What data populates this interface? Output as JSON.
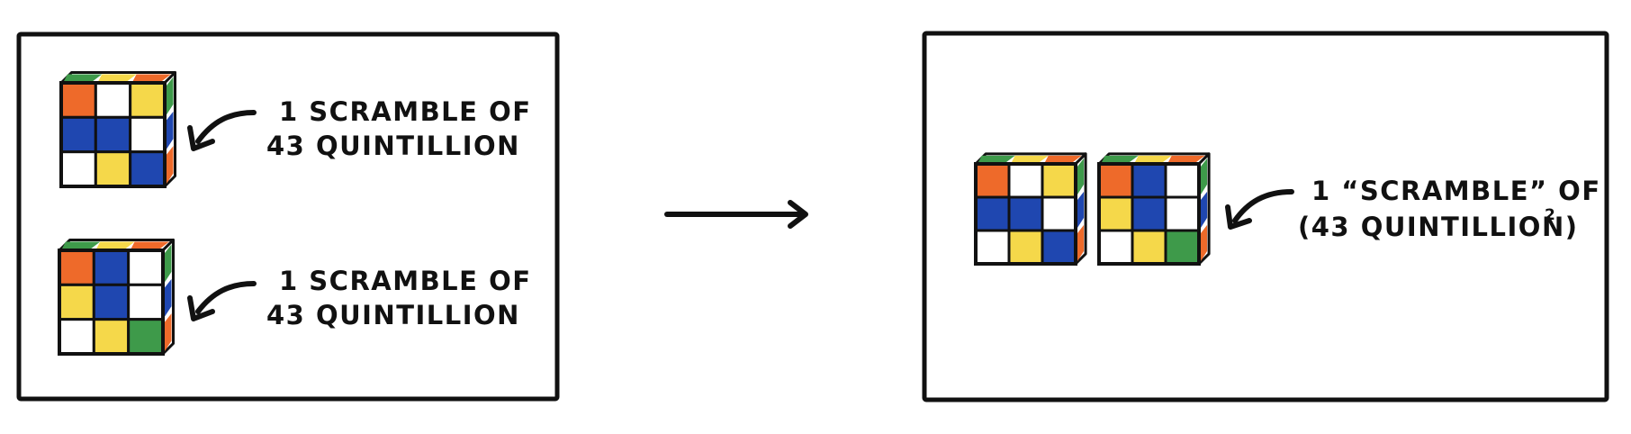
{
  "colors": {
    "O": "#EE6A2A",
    "W": "#FFFFFF",
    "Y": "#F5D84A",
    "B": "#1F47B0",
    "G": "#3E9A4A",
    "outline": "#111111",
    "background": "#FFFFFF"
  },
  "left_panel": {
    "cubes": [
      {
        "faces": [
          "O",
          "W",
          "Y",
          "B",
          "B",
          "W",
          "W",
          "Y",
          "B"
        ],
        "caption_line1": "1 SCRAMBLE OF",
        "caption_line2": "43 QUINTILLION"
      },
      {
        "faces": [
          "O",
          "B",
          "W",
          "Y",
          "B",
          "W",
          "W",
          "Y",
          "G"
        ],
        "caption_line1": "1 SCRAMBLE OF",
        "caption_line2": "43 QUINTILLION"
      }
    ]
  },
  "transition_arrow": "right-arrow-icon",
  "right_panel": {
    "cubes": [
      {
        "faces": [
          "O",
          "W",
          "Y",
          "B",
          "B",
          "W",
          "W",
          "Y",
          "B"
        ]
      },
      {
        "faces": [
          "O",
          "B",
          "W",
          "Y",
          "B",
          "W",
          "W",
          "Y",
          "G"
        ]
      }
    ],
    "caption_line1": "1 “SCRAMBLE” OF",
    "caption_line2": "(43 QUINTILLION)",
    "caption_exponent": "2"
  }
}
